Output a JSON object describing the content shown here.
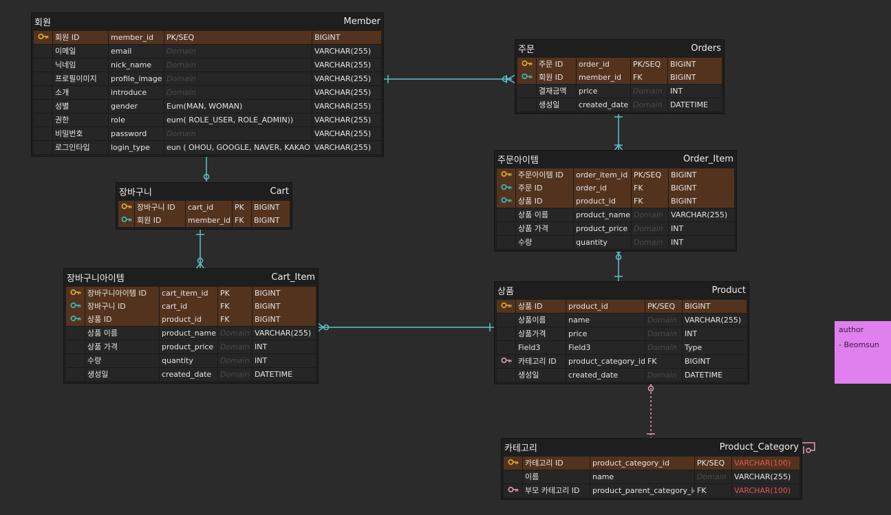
{
  "entities": {
    "member": {
      "logical": "회원",
      "physical": "Member",
      "rows": [
        {
          "kind": "pk",
          "key": "gold",
          "name": "회원 ID",
          "col": "member_id",
          "opt": "PK/SEQ",
          "type": "BIGINT"
        },
        {
          "kind": "n",
          "key": "",
          "name": "이메일",
          "col": "email",
          "opt": "Domain",
          "type": "VARCHAR(255)"
        },
        {
          "kind": "n",
          "key": "",
          "name": "닉네임",
          "col": "nick_name",
          "opt": "Domain",
          "type": "VARCHAR(255)"
        },
        {
          "kind": "n",
          "key": "",
          "name": "프로필이미지",
          "col": "profile_image",
          "opt": "Domain",
          "type": "VARCHAR(255)"
        },
        {
          "kind": "n",
          "key": "",
          "name": "소개",
          "col": "introduce",
          "opt": "Domain",
          "type": "VARCHAR(255)"
        },
        {
          "kind": "n",
          "key": "",
          "name": "성별",
          "col": "gender",
          "opt": "Eum(MAN, WOMAN)",
          "type": "VARCHAR(255)"
        },
        {
          "kind": "n",
          "key": "",
          "name": "권한",
          "col": "role",
          "opt": "eum( ROLE_USER, ROLE_ADMIN))",
          "type": "VARCHAR(255)"
        },
        {
          "kind": "n",
          "key": "",
          "name": "비밀번호",
          "col": "password",
          "opt": "Domain",
          "type": "VARCHAR(255)"
        },
        {
          "kind": "n",
          "key": "",
          "name": "로그인타입",
          "col": "login_type",
          "opt": "eun ( OHOU, GOOGLE, NAVER, KAKAO )",
          "type": "VARCHAR(255)"
        }
      ]
    },
    "cart": {
      "logical": "장바구니",
      "physical": "Cart",
      "rows": [
        {
          "kind": "pk",
          "key": "gold",
          "name": "장바구니 ID",
          "col": "cart_id",
          "opt": "PK",
          "type": "BIGINT"
        },
        {
          "kind": "pk",
          "key": "teal",
          "name": "회원 ID",
          "col": "member_id",
          "opt": "FK",
          "type": "BIGINT"
        }
      ]
    },
    "cart_item": {
      "logical": "장바구니아이템",
      "physical": "Cart_Item",
      "rows": [
        {
          "kind": "pk",
          "key": "gold",
          "name": "장바구니아이템 ID",
          "col": "cart_item_id",
          "opt": "PK",
          "type": "BIGINT"
        },
        {
          "kind": "pk",
          "key": "teal",
          "name": "장바구니 ID",
          "col": "cart_id",
          "opt": "FK",
          "type": "BIGINT"
        },
        {
          "kind": "pk",
          "key": "teal",
          "name": "상품 ID",
          "col": "product_id",
          "opt": "FK",
          "type": "BIGINT"
        },
        {
          "kind": "n",
          "key": "",
          "name": "상품 이름",
          "col": "product_name",
          "opt": "Domain",
          "type": "VARCHAR(255)"
        },
        {
          "kind": "n",
          "key": "",
          "name": "상품 가격",
          "col": "product_price",
          "opt": "Domain",
          "type": "INT"
        },
        {
          "kind": "n",
          "key": "",
          "name": "수량",
          "col": "quantity",
          "opt": "Domain",
          "type": "INT"
        },
        {
          "kind": "n",
          "key": "",
          "name": "생성일",
          "col": "created_date",
          "opt": "Domain",
          "type": "DATETIME"
        }
      ]
    },
    "orders": {
      "logical": "주문",
      "physical": "Orders",
      "rows": [
        {
          "kind": "pk",
          "key": "gold",
          "name": "주문 ID",
          "col": "order_id",
          "opt": "PK/SEQ",
          "type": "BIGINT"
        },
        {
          "kind": "pk",
          "key": "teal",
          "name": "회원 ID",
          "col": "member_id",
          "opt": "FK",
          "type": "BIGINT"
        },
        {
          "kind": "n",
          "key": "",
          "name": "결재금액",
          "col": "price",
          "opt": "Domain",
          "type": "INT"
        },
        {
          "kind": "n",
          "key": "",
          "name": "생성일",
          "col": "created_date",
          "opt": "Domain",
          "type": "DATETIME"
        }
      ]
    },
    "order_item": {
      "logical": "주문아이템",
      "physical": "Order_Item",
      "rows": [
        {
          "kind": "pk",
          "key": "gold",
          "name": "주문아이템 ID",
          "col": "order_item_id",
          "opt": "PK/SEQ",
          "type": "BIGINT"
        },
        {
          "kind": "pk",
          "key": "teal",
          "name": "주문 ID",
          "col": "order_id",
          "opt": "FK",
          "type": "BIGINT"
        },
        {
          "kind": "pk",
          "key": "teal",
          "name": "상품 ID",
          "col": "product_id",
          "opt": "FK",
          "type": "BIGINT"
        },
        {
          "kind": "n",
          "key": "",
          "name": "상품 이름",
          "col": "product_name",
          "opt": "Domain",
          "type": "VARCHAR(255)"
        },
        {
          "kind": "n",
          "key": "",
          "name": "상품 가격",
          "col": "product_price",
          "opt": "Domain",
          "type": "INT"
        },
        {
          "kind": "n",
          "key": "",
          "name": "수량",
          "col": "quantity",
          "opt": "Domain",
          "type": "INT"
        }
      ]
    },
    "product": {
      "logical": "상품",
      "physical": "Product",
      "rows": [
        {
          "kind": "pk",
          "key": "gold",
          "name": "상품 ID",
          "col": "product_id",
          "opt": "PK/SEQ",
          "type": "BIGINT"
        },
        {
          "kind": "n",
          "key": "",
          "name": "상품이름",
          "col": "name",
          "opt": "Domain",
          "type": "VARCHAR(255)"
        },
        {
          "kind": "n",
          "key": "",
          "name": "상품가격",
          "col": "price",
          "opt": "Domain",
          "type": "INT"
        },
        {
          "kind": "n",
          "key": "",
          "name": "Field3",
          "col": "Field3",
          "opt": "Domain",
          "type": "Type"
        },
        {
          "kind": "n",
          "key": "pink",
          "name": "카테고리 ID",
          "col": "product_category_id",
          "opt": "FK",
          "type": "BIGINT"
        },
        {
          "kind": "n",
          "key": "",
          "name": "생성일",
          "col": "created_date",
          "opt": "Domain",
          "type": "DATETIME"
        }
      ]
    },
    "product_category": {
      "logical": "카테고리",
      "physical": "Product_Category",
      "rows": [
        {
          "kind": "pk",
          "key": "gold",
          "name": "카테고리 ID",
          "col": "product_category_id",
          "opt": "PK/SEQ",
          "type": "VARCHAR(100)",
          "typeRed": true
        },
        {
          "kind": "n",
          "key": "",
          "name": "이름",
          "col": "name",
          "opt": "Domain",
          "type": "VARCHAR(255)"
        },
        {
          "kind": "n",
          "key": "pink",
          "name": "부모 카테고리 ID",
          "col": "product_parent_category_id",
          "opt": "FK",
          "type": "VARCHAR(100)",
          "typeRed": true
        }
      ]
    }
  },
  "note": {
    "title": "author",
    "text": "- Beomsun"
  },
  "colors": {
    "relationship": "#5fc4c9",
    "identifying": "#e3a0b0",
    "pk_row": "#54331e",
    "note": "#e080ee"
  }
}
